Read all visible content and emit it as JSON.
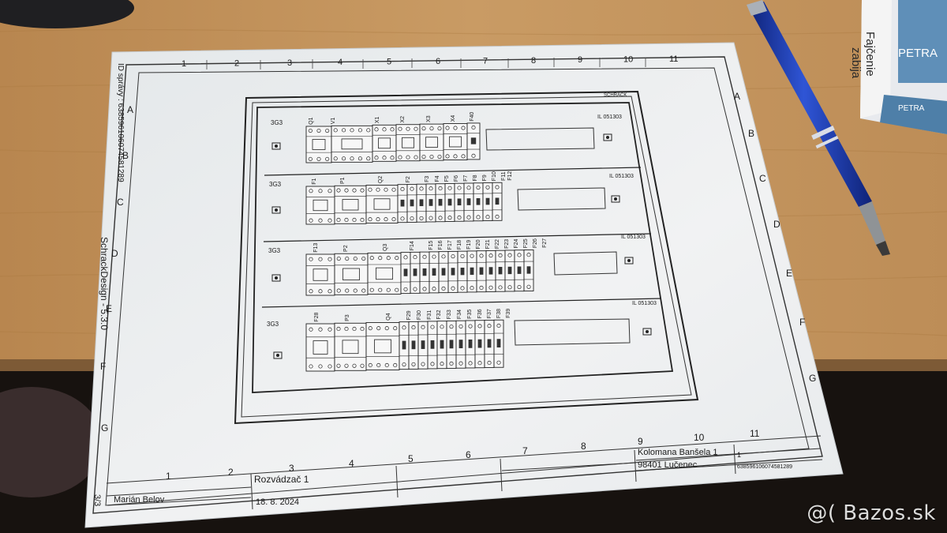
{
  "photo": {
    "watermark": "@( Bazos.sk",
    "colors": {
      "desk": "#c89a63",
      "paper": "#eef0f1",
      "ink": "#1a1a1a",
      "pen": "#1f3fb5"
    }
  },
  "pack": {
    "label1": "Fajčenie",
    "label2": "zabija",
    "brand": "PETRA",
    "brand_small": "PETRA"
  },
  "drawing": {
    "side_id": "ID správy : 63859610607458128‌9",
    "software": "SchrackDesign - 5.3.0",
    "page_fraction": "3/3",
    "top_columns": [
      "1",
      "2",
      "3",
      "4",
      "5",
      "6",
      "7",
      "8",
      "9",
      "10",
      "11"
    ],
    "bottom_columns": [
      "1",
      "2",
      "3",
      "4",
      "5",
      "6",
      "7",
      "8",
      "9",
      "10",
      "11"
    ],
    "left_rows": [
      "A",
      "B",
      "C",
      "D",
      "E",
      "F",
      "G"
    ],
    "right_rows": [
      "A",
      "B",
      "C",
      "D",
      "E",
      "F",
      "G"
    ],
    "cabinet_brand": "SCHRACK",
    "rows": [
      {
        "code": "3G3",
        "ref": "IL 051303",
        "labels": [
          "Q1",
          "V1",
          "X1",
          "X2",
          "X3",
          "X4",
          "F40"
        ]
      },
      {
        "code": "3G3",
        "ref": "IL 051303",
        "labels": [
          "F1",
          "P1",
          "Q2",
          "F2",
          "F3",
          "F4",
          "F5",
          "F6",
          "F7",
          "F8",
          "F9",
          "F10",
          "F11",
          "F12"
        ]
      },
      {
        "code": "3G3",
        "ref": "IL 051303",
        "labels": [
          "F13",
          "P2",
          "Q3",
          "F14",
          "F15",
          "F16",
          "F17",
          "F18",
          "F19",
          "F20",
          "F21",
          "F22",
          "F23",
          "F24",
          "F25",
          "F26",
          "F27"
        ]
      },
      {
        "code": "3G3",
        "ref": "IL 051303",
        "labels": [
          "F28",
          "P3",
          "Q4",
          "F29",
          "F30",
          "F31",
          "F32",
          "F33",
          "F34",
          "F35",
          "F36",
          "F37",
          "F38",
          "F39"
        ]
      }
    ],
    "title_block": {
      "author": "Marián Belov",
      "title": "Rozvádzač 1",
      "date": "18. 8. 2024",
      "address_line1": "Kolomana Banšela 1",
      "address_line2": "98401 Lučenec",
      "sheet": "1",
      "doc_id": "63859610607458128‌9"
    }
  }
}
